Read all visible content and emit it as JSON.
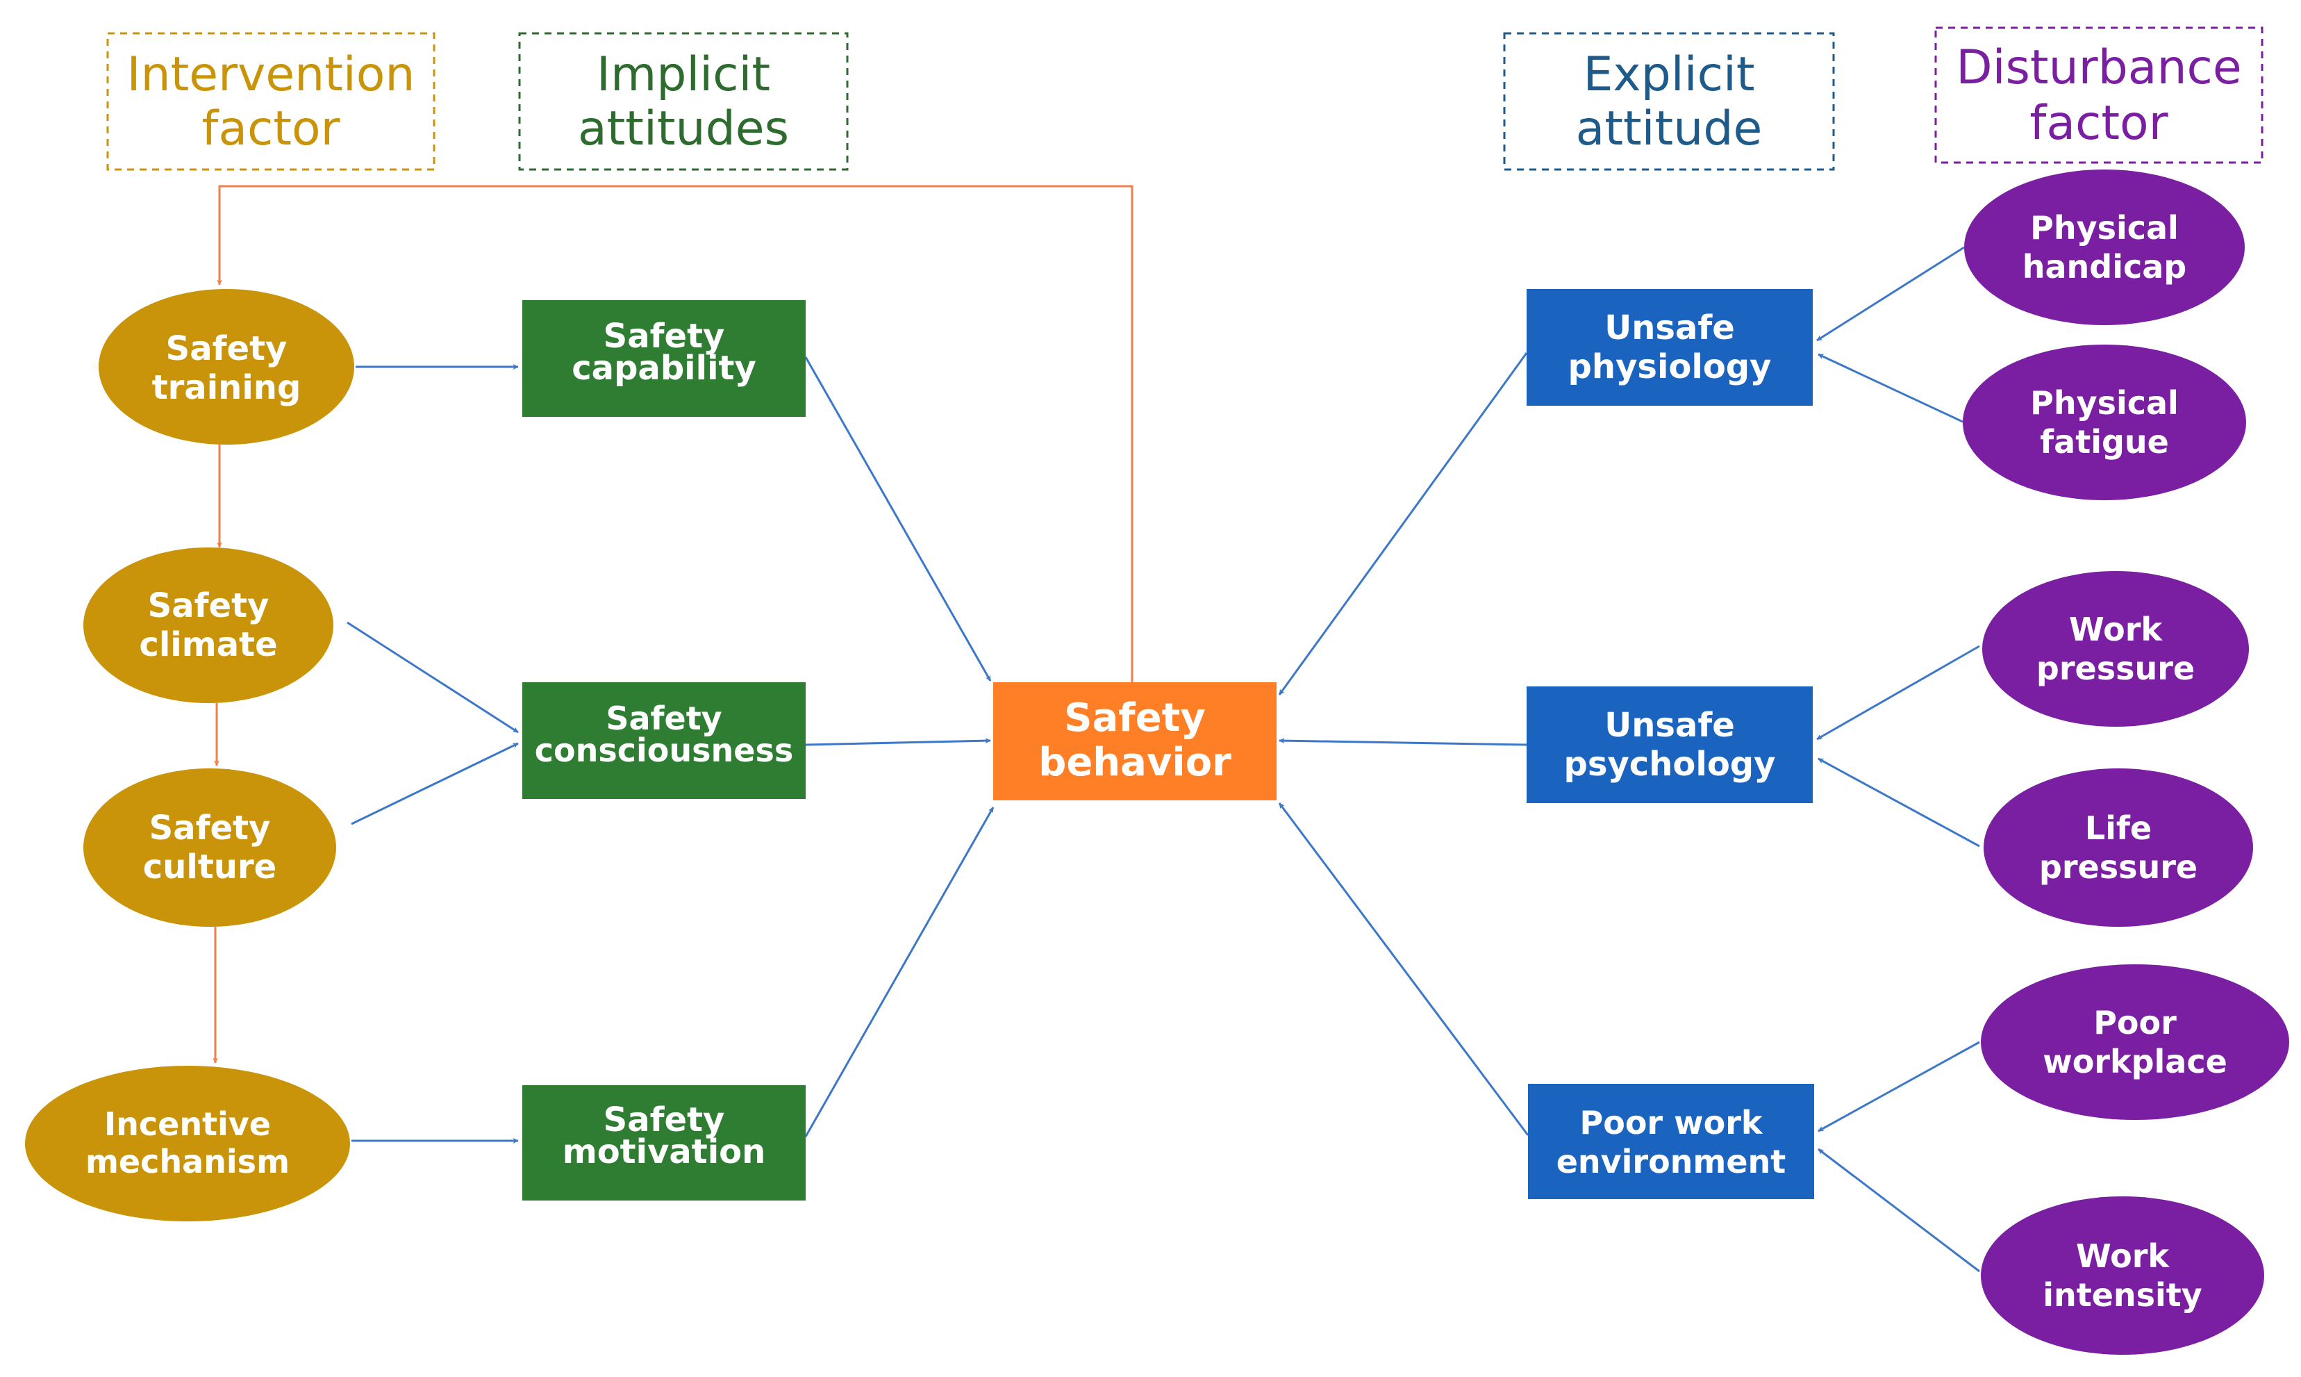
{
  "colors": {
    "intervention": "#C9940A",
    "implicit": "#2E7D32",
    "explicit": "#1A64C0",
    "disturbance": "#7B1FA2",
    "center": "#FF7F27",
    "arrow_blue": "#3D78C8",
    "arrow_orange": "#F0804A",
    "header_intervention_text": "#C9940A",
    "header_implicit_text": "#2E6B2E",
    "header_explicit_text": "#1F5B8A",
    "header_disturbance_text": "#7B1FA2"
  },
  "headers": {
    "intervention": {
      "line1": "Intervention",
      "line2": "factor"
    },
    "implicit": {
      "line1": "Implicit",
      "line2": "attitudes"
    },
    "explicit": {
      "line1": "Explicit",
      "line2": "attitude"
    },
    "disturbance": {
      "line1": "Disturbance",
      "line2": "factor"
    }
  },
  "nodes": {
    "safety_training": {
      "line1": "Safety",
      "line2": "training",
      "category": "intervention"
    },
    "safety_climate": {
      "line1": "Safety",
      "line2": "climate",
      "category": "intervention"
    },
    "safety_culture": {
      "line1": "Safety",
      "line2": "culture",
      "category": "intervention"
    },
    "incentive_mechanism": {
      "line1": "Incentive",
      "line2": "mechanism",
      "category": "intervention"
    },
    "safety_capability": {
      "line1": "Safety",
      "line2": "capability",
      "category": "implicit"
    },
    "safety_consciousness": {
      "line1": "Safety",
      "line2": "consciousness",
      "category": "implicit"
    },
    "safety_motivation": {
      "line1": "Safety",
      "line2": "motivation",
      "category": "implicit"
    },
    "safety_behavior": {
      "line1": "Safety",
      "line2": "behavior",
      "category": "center"
    },
    "unsafe_physiology": {
      "line1": "Unsafe",
      "line2": "physiology",
      "category": "explicit"
    },
    "unsafe_psychology": {
      "line1": "Unsafe",
      "line2": "psychology",
      "category": "explicit"
    },
    "poor_work_environment": {
      "line1": "Poor work",
      "line2": "environment",
      "category": "explicit"
    },
    "physical_handicap": {
      "line1": "Physical",
      "line2": "handicap",
      "category": "disturbance"
    },
    "physical_fatigue": {
      "line1": "Physical",
      "line2": "fatigue",
      "category": "disturbance"
    },
    "work_pressure": {
      "line1": "Work",
      "line2": "pressure",
      "category": "disturbance"
    },
    "life_pressure": {
      "line1": "Life",
      "line2": "pressure",
      "category": "disturbance"
    },
    "poor_workplace": {
      "line1": "Poor",
      "line2": "workplace",
      "category": "disturbance"
    },
    "work_intensity": {
      "line1": "Work",
      "line2": "intensity",
      "category": "disturbance"
    }
  },
  "edges": [
    {
      "from": "safety_behavior",
      "to": "safety_training",
      "style": "orange-feedback"
    },
    {
      "from": "safety_training",
      "to": "safety_climate",
      "style": "orange"
    },
    {
      "from": "safety_climate",
      "to": "safety_culture",
      "style": "orange"
    },
    {
      "from": "safety_culture",
      "to": "incentive_mechanism",
      "style": "orange"
    },
    {
      "from": "safety_training",
      "to": "safety_capability",
      "style": "blue"
    },
    {
      "from": "safety_climate",
      "to": "safety_consciousness",
      "style": "blue"
    },
    {
      "from": "safety_culture",
      "to": "safety_consciousness",
      "style": "blue"
    },
    {
      "from": "incentive_mechanism",
      "to": "safety_motivation",
      "style": "blue"
    },
    {
      "from": "safety_capability",
      "to": "safety_behavior",
      "style": "blue"
    },
    {
      "from": "safety_consciousness",
      "to": "safety_behavior",
      "style": "blue"
    },
    {
      "from": "safety_motivation",
      "to": "safety_behavior",
      "style": "blue"
    },
    {
      "from": "unsafe_physiology",
      "to": "safety_behavior",
      "style": "blue"
    },
    {
      "from": "unsafe_psychology",
      "to": "safety_behavior",
      "style": "blue"
    },
    {
      "from": "poor_work_environment",
      "to": "safety_behavior",
      "style": "blue"
    },
    {
      "from": "physical_handicap",
      "to": "unsafe_physiology",
      "style": "blue"
    },
    {
      "from": "physical_fatigue",
      "to": "unsafe_physiology",
      "style": "blue"
    },
    {
      "from": "work_pressure",
      "to": "unsafe_psychology",
      "style": "blue"
    },
    {
      "from": "life_pressure",
      "to": "unsafe_psychology",
      "style": "blue"
    },
    {
      "from": "poor_workplace",
      "to": "poor_work_environment",
      "style": "blue"
    },
    {
      "from": "work_intensity",
      "to": "poor_work_environment",
      "style": "blue"
    }
  ]
}
